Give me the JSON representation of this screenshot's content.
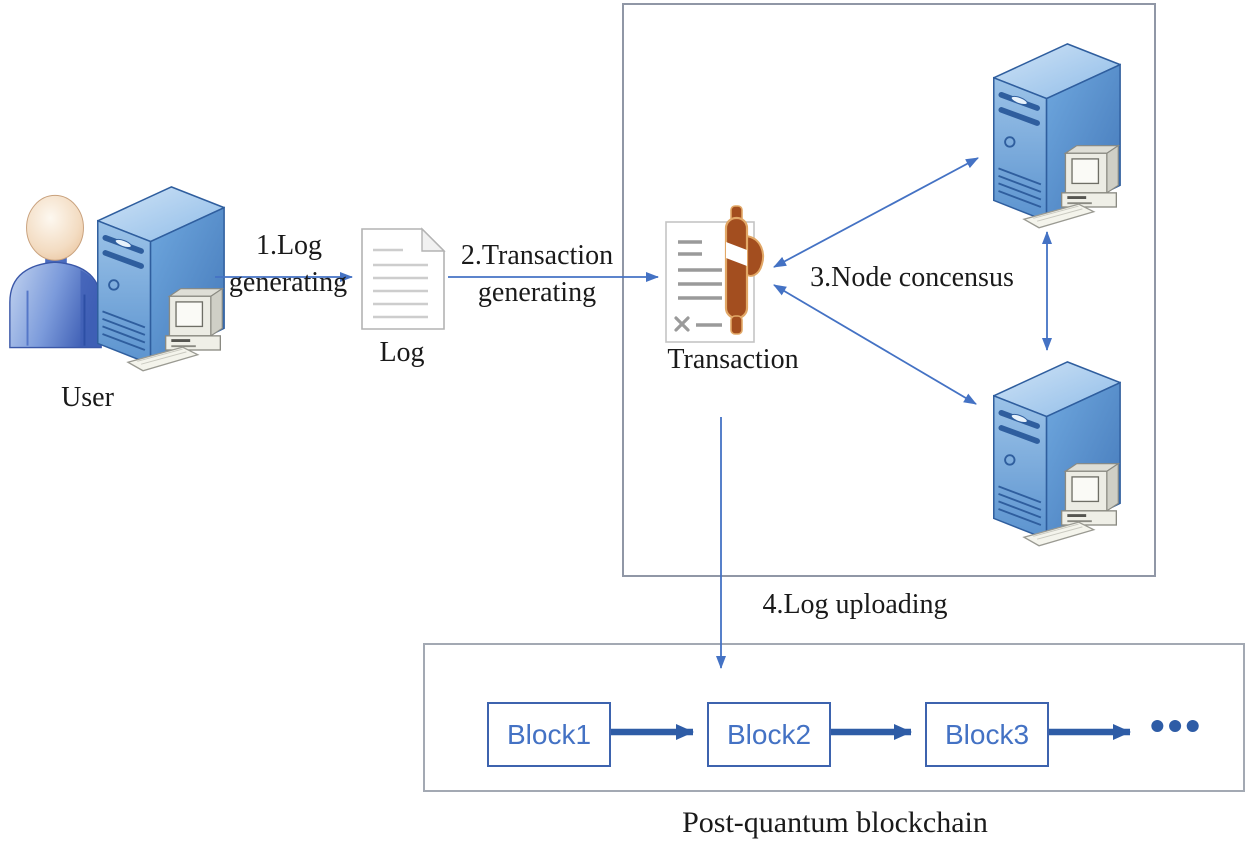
{
  "diagram": {
    "user_label": "User",
    "log_label": "Log",
    "transaction_label": "Transaction",
    "caption": "Post-quantum blockchain"
  },
  "steps": {
    "step1_line1": "1.Log",
    "step1_line2": "generating",
    "step2_line1": "2.Transaction",
    "step2_line2": "generating",
    "step3": "3.Node concensus",
    "step4": "4.Log uploading"
  },
  "blockchain": {
    "blocks": [
      "Block1",
      "Block2",
      "Block3"
    ],
    "ellipsis": "•••"
  },
  "icons": {
    "user": "person-icon",
    "user_machine": "server-tower-icon",
    "log": "document-icon",
    "transaction": "document-pen-icon",
    "node_top": "server-tower-icon",
    "node_bottom": "server-tower-icon"
  },
  "colors": {
    "arrow_blue": "#4472C4",
    "thick_arrow_blue": "#2E5CA6",
    "block_border": "#3D63AE",
    "block_text": "#4472C4",
    "text_color": "#1A1A1A",
    "server_blue": "#4E8FD0",
    "pen_brown": "#A34E1F",
    "consensus_box_border": "#9097A6",
    "blockchain_box_border": "#A3A9B3"
  }
}
